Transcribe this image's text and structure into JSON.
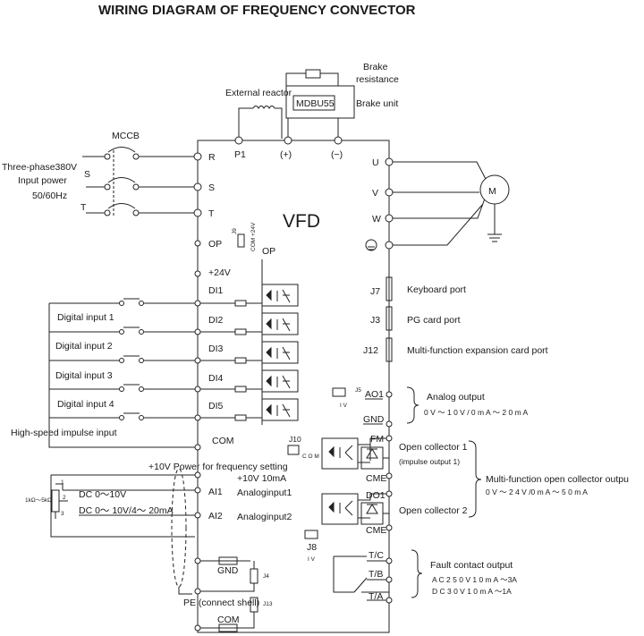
{
  "title": "WIRING DIAGRAM OF FREQUENCY CONVECTOR",
  "vfd": "VFD",
  "top": {
    "brake_resistance": [
      "Brake",
      "resistance"
    ],
    "external_reactor": "External reactor",
    "brake_model": "MDBU55",
    "brake_unit": "Brake unit",
    "p1": "P1",
    "plus": "(+)",
    "minus": "(−)"
  },
  "power": {
    "mccb": "MCCB",
    "three_phase": "Three-phase380V",
    "input_power": "Input power",
    "freq": "50/60Hz",
    "s_line": "S",
    "t_line": "T",
    "term_r": "R",
    "term_s": "S",
    "term_t": "T"
  },
  "left_terms": {
    "op": "OP",
    "p24": "+24V",
    "di1": "DI1",
    "di2": "DI2",
    "di3": "DI3",
    "di4": "DI4",
    "di5": "DI5",
    "com": "COM",
    "ai1": "AI1",
    "ai2": "AI2",
    "gnd": "GND",
    "pe": "PE (connect shell)",
    "com2": "COM"
  },
  "jumpers": {
    "j9": "J9",
    "com24": "COM +24V",
    "op": "OP",
    "j10": "J10",
    "com": "C O M",
    "j4": "J4",
    "j13": "J13",
    "j5": "J5",
    "v1": "I V",
    "j8": "J8",
    "v2": "I V"
  },
  "digital_inputs": [
    "Digital input 1",
    "Digital input 2",
    "Digital input 3",
    "Digital input 4",
    "High-speed impulse input"
  ],
  "analog_in": {
    "power_label": "+10V Power for frequency setting",
    "ten_v": "+10V 10mA",
    "ai1_label": "Analoginput1",
    "ai2_label": "Analoginput2",
    "dc1": "DC 0～10V",
    "dc2": "DC 0～ 10V/4～ 20mA",
    "pot": "1kΩ～5kΩ",
    "pins": [
      "1",
      "2",
      "3"
    ]
  },
  "motor": {
    "u": "U",
    "v": "V",
    "w": "W",
    "m": "M"
  },
  "ports": {
    "j7": "J7",
    "j7_label": "Keyboard port",
    "j3": "J3",
    "j3_label": "PG card port",
    "j12": "J12",
    "j12_label": "Multi-function expansion card port"
  },
  "analog_out": {
    "ao1": "AO1",
    "gnd": "GND",
    "label": "Analog output",
    "range": "0 V ～ 1 0 V / 0 m A ～ 2 0 m A"
  },
  "collector": {
    "fm": "FM",
    "cme1": "CME",
    "do1": "DO1",
    "cme2": "CME",
    "oc1": "Open collector 1",
    "oc1_sub": "(impulse output 1)",
    "oc2": "Open collector 2",
    "mf_label": "Multi-function open collector outpu",
    "mf_range": "0 V ～ 2 4 V /0 m A ～ 5 0 m A"
  },
  "fault": {
    "tc": "T/C",
    "tb": "T/B",
    "ta": "T/A",
    "label": "Fault contact output",
    "ac": "A C 2 5 0 V 1 0 m A ～3A",
    "dc": "D C 3 0 V 1 0 m A ～1A"
  }
}
